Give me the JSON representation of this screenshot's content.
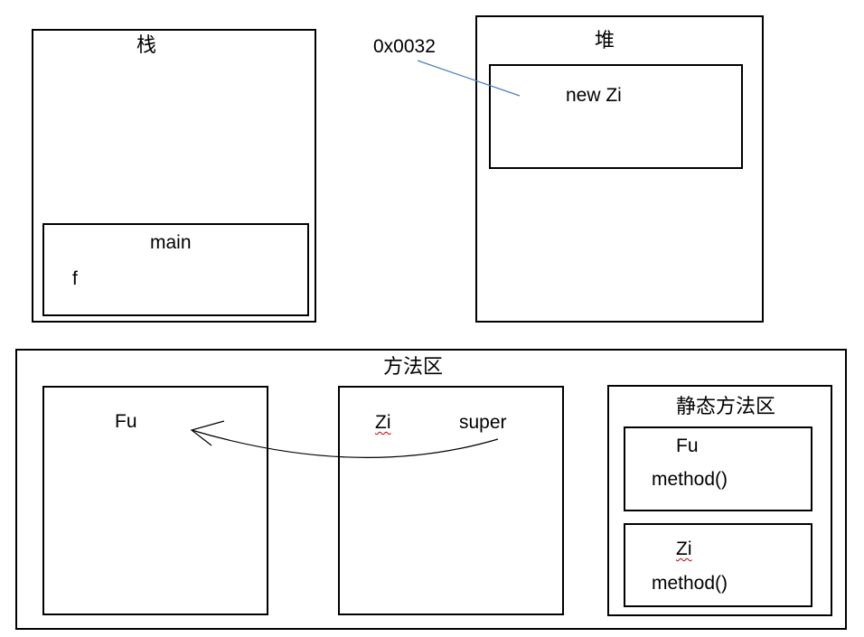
{
  "stack": {
    "title": "栈",
    "frame_title": "main",
    "frame_var": "f"
  },
  "address": "0x0032",
  "heap": {
    "title": "堆",
    "object_label": "new Zi"
  },
  "method_area": {
    "title": "方法区",
    "fu_class": {
      "name": "Fu"
    },
    "zi_class": {
      "name": "Zi",
      "super_label": "super"
    },
    "static_area": {
      "title": "静态方法区",
      "fu": {
        "name": "Fu",
        "method": "method()"
      },
      "zi": {
        "name": "Zi",
        "method": "method()"
      }
    }
  },
  "colors": {
    "stroke": "#000000",
    "reference_line": "#4a7ebb",
    "spellcheck": "#c00000"
  }
}
